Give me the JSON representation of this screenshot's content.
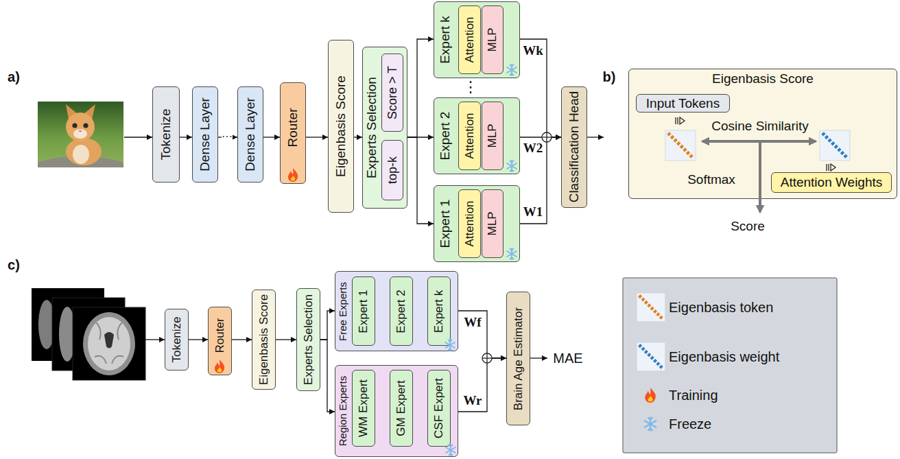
{
  "diagram": {
    "nodes": [
      {
        "text": [
          "Tokenize"
        ]
      },
      {
        "text": [
          "Dense Layer"
        ]
      },
      {
        "text": [
          "Dense Layer"
        ]
      },
      {
        "text": [
          "Router"
        ]
      },
      {
        "text": [
          "Eigenbasis Score"
        ]
      },
      {
        "text": [
          "Experts Selection"
        ]
      },
      {
        "text": [
          "Score > T"
        ],
        "in": 5
      },
      {
        "text": [
          "top-k"
        ],
        "in": 5
      },
      {
        "text": [
          "Expert k"
        ]
      },
      {
        "text": [
          "Attention"
        ],
        "in": 8
      },
      {
        "text": [
          "MLP"
        ],
        "in": 8
      },
      {
        "text": [
          "Expert 2"
        ]
      },
      {
        "text": [
          "Attention"
        ],
        "in": 11
      },
      {
        "text": [
          "MLP"
        ],
        "in": 11
      },
      {
        "text": [
          "Expert 1"
        ]
      },
      {
        "text": [
          "Attention"
        ],
        "in": 14
      },
      {
        "text": [
          "MLP"
        ],
        "in": 14
      },
      {
        "text": [
          "Classification Head"
        ]
      },
      {
        "text": [
          "Eigenbasis Score"
        ]
      },
      {
        "text": [
          "Input Tokens"
        ],
        "in": 18
      },
      {
        "text": [
          "Attention Weights"
        ],
        "in": 18
      },
      {
        "text": [
          "Tokenize"
        ]
      },
      {
        "text": [
          "Router"
        ]
      },
      {
        "text": [
          "Eigenbasis Score"
        ]
      },
      {
        "text": [
          "Experts Selection"
        ]
      },
      {
        "text": [
          "Free Experts"
        ]
      },
      {
        "text": [
          "Expert 1"
        ],
        "in": 25
      },
      {
        "text": [
          "Expert 2"
        ],
        "in": 25
      },
      {
        "text": [
          "Expert k"
        ],
        "in": 25
      },
      {
        "text": [
          "Region Experts"
        ]
      },
      {
        "text": [
          "WM Expert"
        ],
        "in": 29
      },
      {
        "text": [
          "GM Expert"
        ],
        "in": 29
      },
      {
        "text": [
          "CSF Expert"
        ],
        "in": 29
      },
      {
        "text": [
          "Brain Age Estimator"
        ]
      }
    ],
    "edges": [
      {
        "from": 0,
        "to": 1,
        "arrow": "to"
      },
      {
        "from": 1,
        "to": 2,
        "label": "···",
        "arrow": "to"
      },
      {
        "from": 2,
        "to": 3,
        "arrow": "to"
      },
      {
        "from": 3,
        "to": 4,
        "arrow": "to"
      },
      {
        "from": 4,
        "to": 5,
        "arrow": "to"
      },
      {
        "from": 5,
        "to": 8,
        "arrow": "to"
      },
      {
        "from": 5,
        "to": 11,
        "arrow": "to"
      },
      {
        "from": 5,
        "to": 14,
        "arrow": "to"
      },
      {
        "from": 8,
        "to": 17,
        "label": "Wk",
        "arrow": "to"
      },
      {
        "from": 11,
        "to": 17,
        "label": "W2",
        "arrow": "to"
      },
      {
        "from": 14,
        "to": 17,
        "label": "W1",
        "arrow": "to"
      },
      {
        "from": 21,
        "to": 22,
        "arrow": "to"
      },
      {
        "from": 22,
        "to": 23,
        "arrow": "to"
      },
      {
        "from": 23,
        "to": 24,
        "arrow": "to"
      },
      {
        "from": 24,
        "to": 25,
        "arrow": "to"
      },
      {
        "from": 24,
        "to": 29,
        "arrow": "to"
      },
      {
        "from": 25,
        "to": 33,
        "label": "Wf",
        "arrow": "to"
      },
      {
        "from": 29,
        "to": 33,
        "label": "Wr",
        "arrow": "to"
      }
    ],
    "labels": [
      "a)",
      "b)",
      "c)",
      "⋮",
      "Cosine Similarity",
      "Softmax",
      "Score",
      "MAE"
    ],
    "legend": [
      {
        "text": "Eigenbasis token"
      },
      {
        "text": "Eigenbasis weight"
      },
      {
        "text": "Training"
      },
      {
        "text": "Freeze"
      }
    ]
  }
}
